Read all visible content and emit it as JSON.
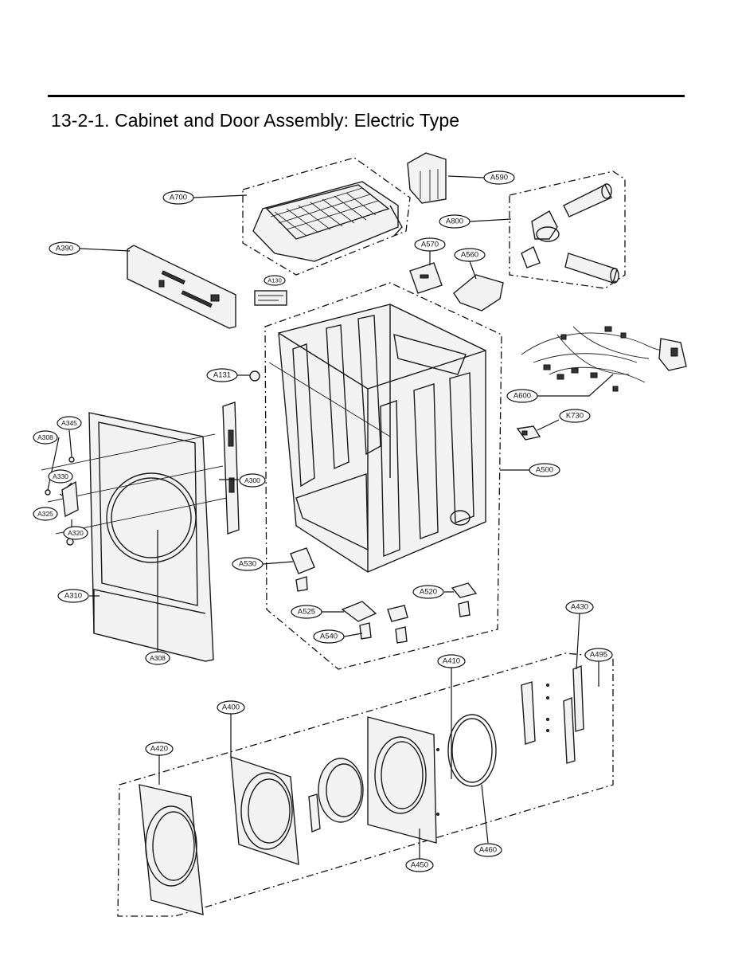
{
  "title": "13-2-1. Cabinet and Door Assembly: Electric Type",
  "callouts": {
    "A700": "A700",
    "A590": "A590",
    "A800": "A800",
    "A390": "A390",
    "A570": "A570",
    "A560": "A560",
    "A130": "A130",
    "A131": "A131",
    "A600": "A600",
    "K730": "K730",
    "A500": "A500",
    "A345": "A345",
    "A308_top": "A308",
    "A330": "A330",
    "A325": "A325",
    "A320": "A320",
    "A300": "A300",
    "A310": "A310",
    "A308_bottom": "A308",
    "A530": "A530",
    "A520": "A520",
    "A525": "A525",
    "A540": "A540",
    "A430": "A430",
    "A495": "A495",
    "A410": "A410",
    "A400": "A400",
    "A420": "A420",
    "A450": "A450",
    "A460": "A460"
  }
}
